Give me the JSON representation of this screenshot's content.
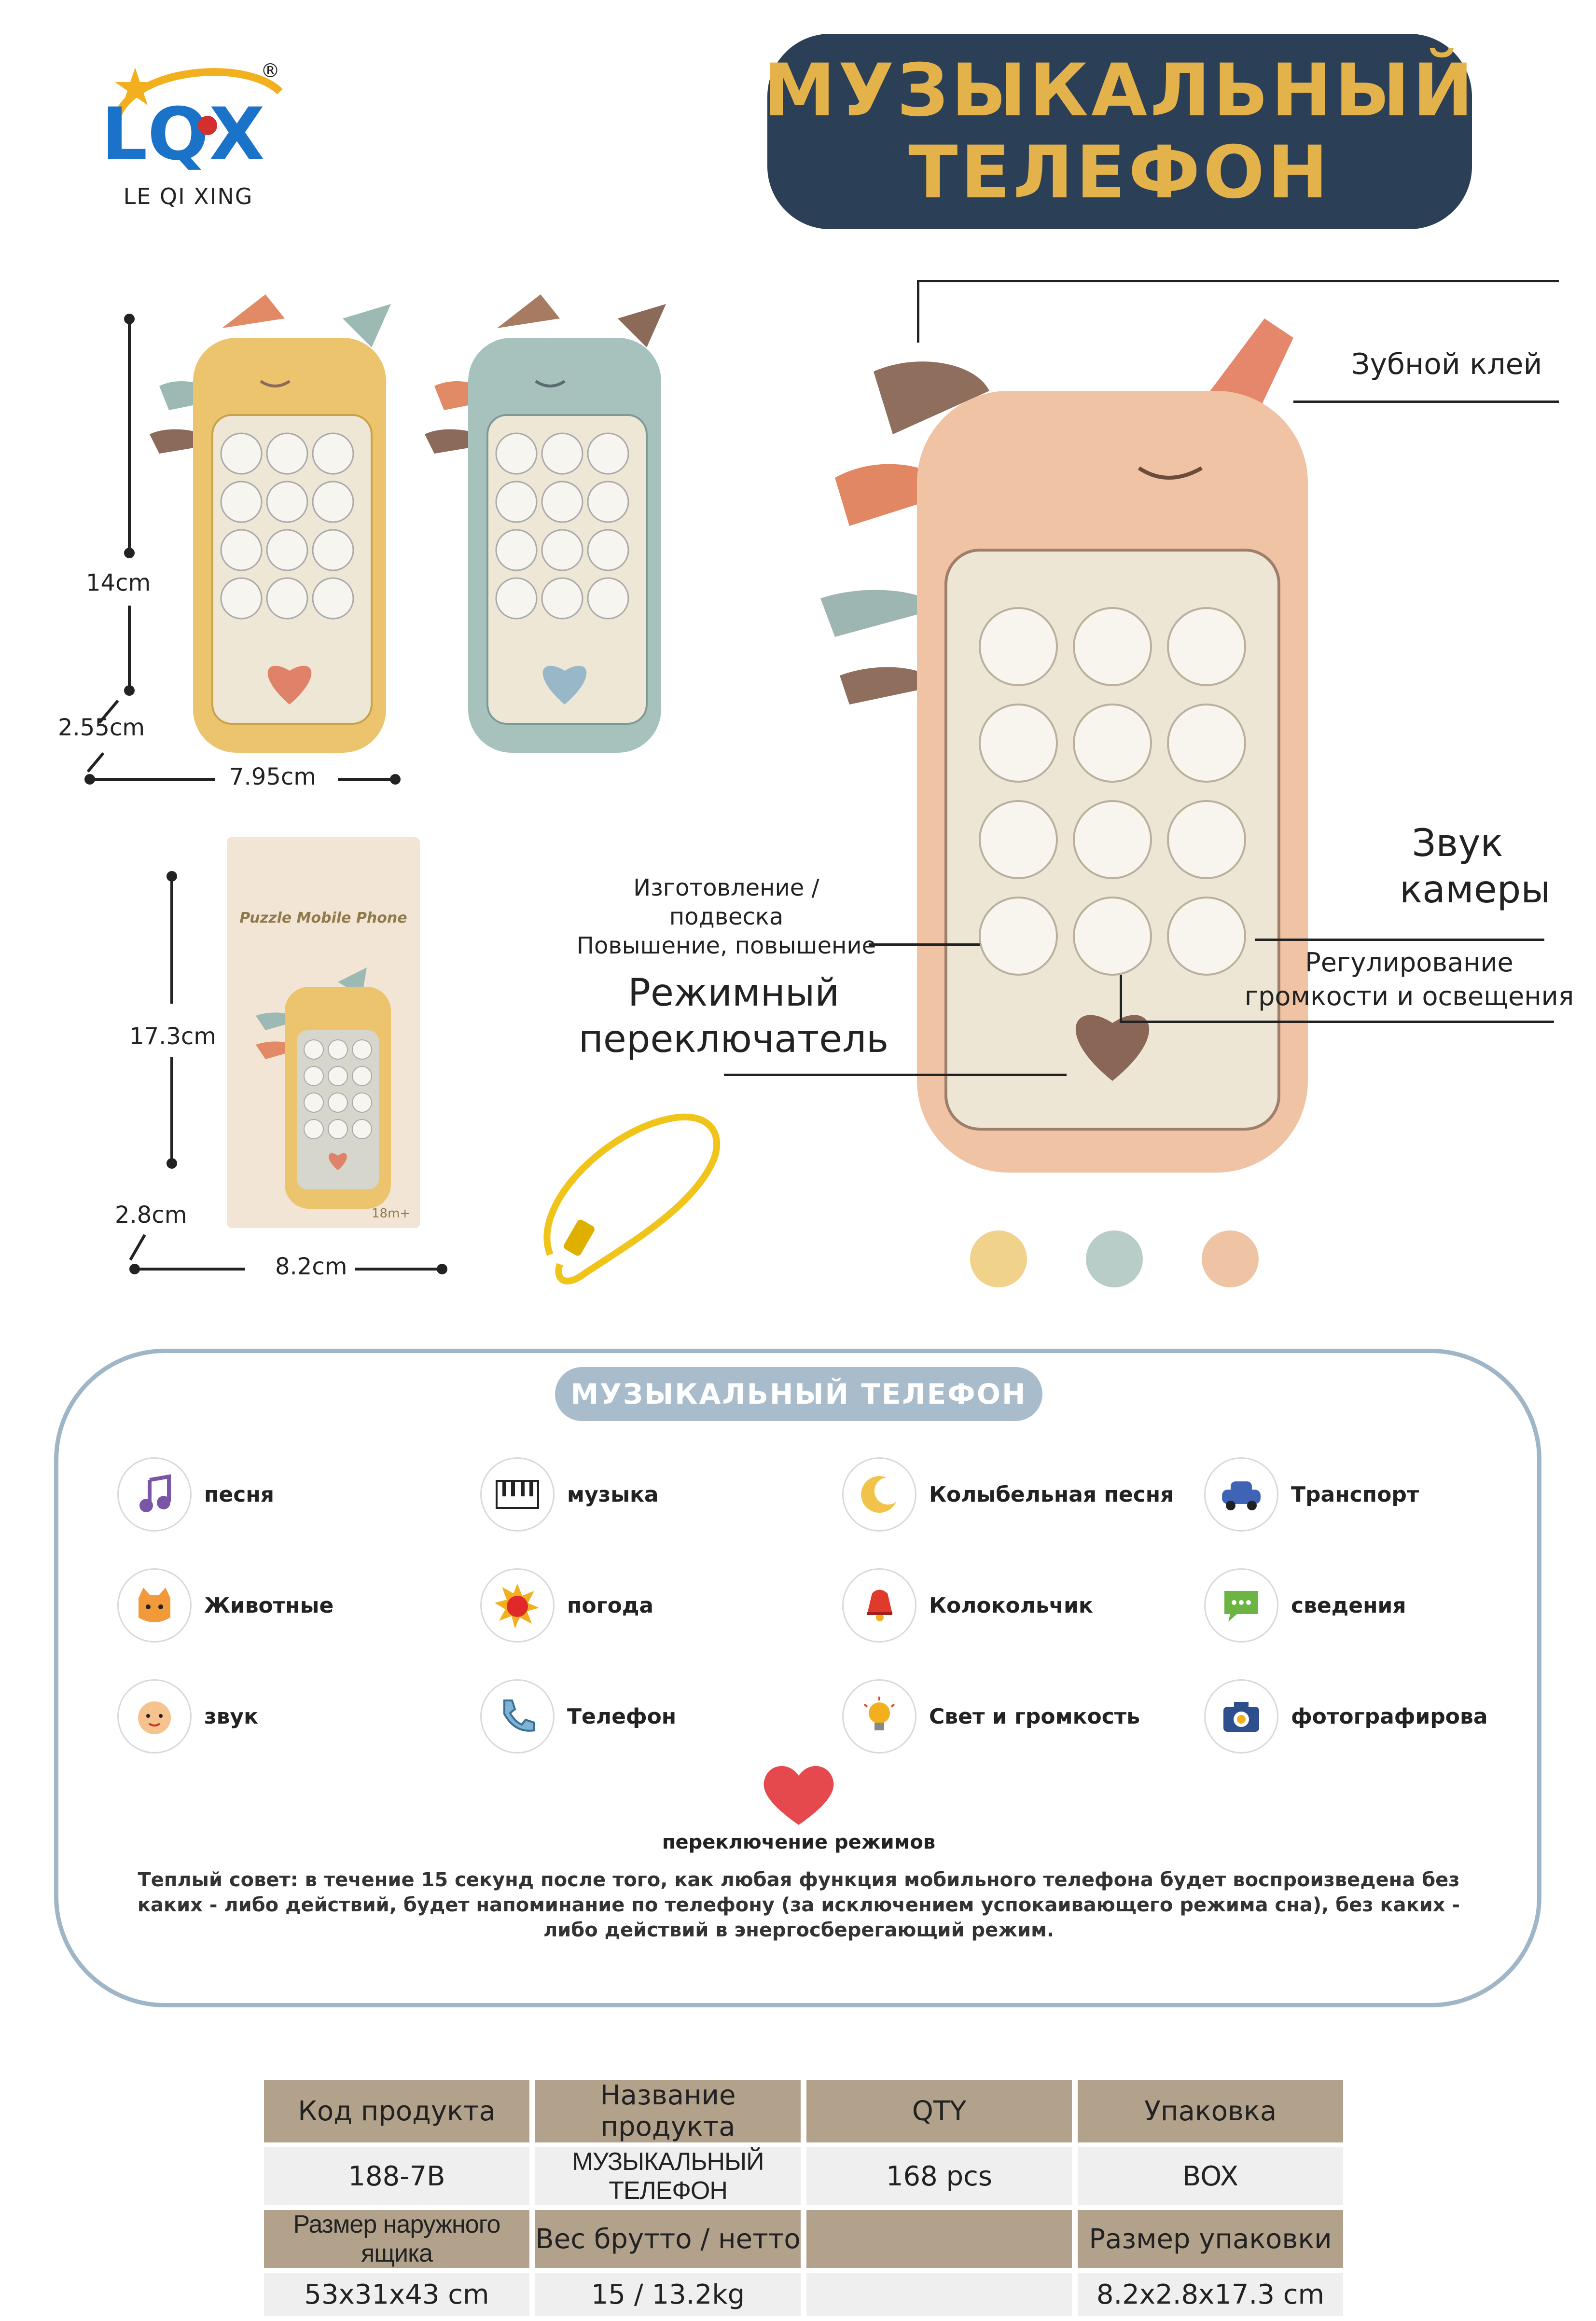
{
  "logo": {
    "mark_text": "LQX",
    "registered": "®",
    "subtitle": "LE QI XING",
    "colors": {
      "blue": "#1a73c8",
      "red": "#d32f2f",
      "gold": "#f2b01e"
    }
  },
  "title": {
    "line1": "МУЗЫКАЛЬНЫЙ",
    "line2": "ТЕЛЕФОН",
    "bg_color": "#2b3f57",
    "text_color": "#e4b24a"
  },
  "product_dimensions": {
    "height": "14cm",
    "depth": "2.55cm",
    "width": "7.95cm"
  },
  "box": {
    "label": "Puzzle Mobile Phone",
    "age_badge": "18m+",
    "height": "17.3cm",
    "depth": "2.8cm",
    "width": "8.2cm"
  },
  "callouts": {
    "teether": "Зубной клей",
    "camera_sound": [
      "Звук",
      "камеры"
    ],
    "hanging": [
      "Изготовление / подвеска",
      "Повышение, повышение"
    ],
    "volume_light": [
      "Регулирование",
      "громкости и освещения"
    ],
    "mode_switch": [
      "Режимный",
      "переключатель"
    ]
  },
  "colors": [
    "#f1d28a",
    "#b9cdc8",
    "#efc4a5"
  ],
  "features": {
    "header": "МУЗЫКАЛЬНЫЙ ТЕЛЕФОН",
    "items": [
      {
        "label": "песня",
        "icon": "music-note-icon"
      },
      {
        "label": "музыка",
        "icon": "piano-icon"
      },
      {
        "label": "Колыбельная песня",
        "icon": "moon-icon"
      },
      {
        "label": "Транспорт",
        "icon": "car-icon"
      },
      {
        "label": "Животные",
        "icon": "cat-icon"
      },
      {
        "label": "погода",
        "icon": "sun-icon"
      },
      {
        "label": "Колокольчик",
        "icon": "bell-icon"
      },
      {
        "label": "сведения",
        "icon": "message-icon"
      },
      {
        "label": "звук",
        "icon": "baby-face-icon"
      },
      {
        "label": "Телефон",
        "icon": "phone-handset-icon"
      },
      {
        "label": "Свет и громкость",
        "icon": "light-bulb-icon"
      },
      {
        "label": "фотографирова",
        "icon": "camera-icon"
      }
    ],
    "mode_switch_label": "переключение режимов",
    "tip": [
      "Теплый совет: в течение 15 секунд после того, как любая функция мобильного телефона будет воспроизведена без",
      "каких - либо действий, будет напоминание по телефону (за исключением успокаивающего режима сна), без каких -",
      "либо действий в энергосберегающий режим."
    ]
  },
  "specs": {
    "headers1": [
      "Код продукта",
      "Название продукта",
      "QTY",
      "Упаковка"
    ],
    "values1": [
      "188-7B",
      "МУЗЫКАЛЬНЫЙ ТЕЛЕФОН",
      "168 pcs",
      "BOX"
    ],
    "headers2": [
      "Размер наружного ящика",
      "Вес брутто / нетто",
      "",
      "Размер упаковки"
    ],
    "values2": [
      "53x31x43 cm",
      "15 / 13.2kg",
      "",
      "8.2x2.8x17.3 cm"
    ]
  }
}
